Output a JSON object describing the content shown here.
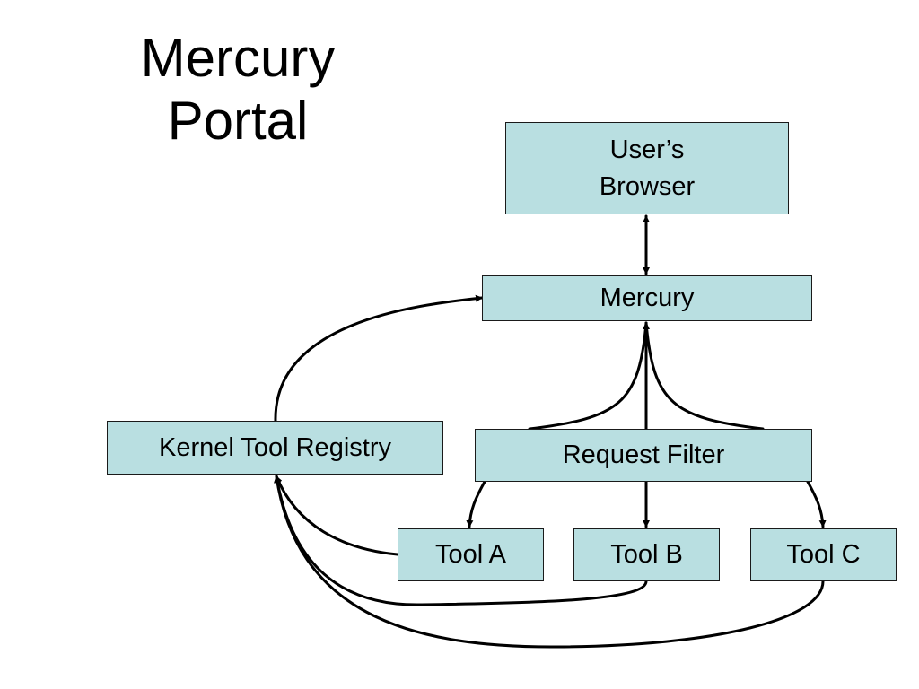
{
  "title": {
    "line1": "Mercury",
    "line2": "Portal"
  },
  "colors": {
    "box_fill": "#b9dfe1",
    "line": "#000000"
  },
  "nodes": {
    "browser": {
      "line1": "User’s",
      "line2": "Browser"
    },
    "mercury": {
      "label": "Mercury"
    },
    "registry": {
      "label": "Kernel Tool Registry"
    },
    "filter": {
      "label": "Request Filter"
    },
    "tool_a": {
      "label": "Tool A"
    },
    "tool_b": {
      "label": "Tool B"
    },
    "tool_c": {
      "label": "Tool C"
    }
  },
  "edges": [
    {
      "from": "browser",
      "to": "mercury",
      "arrow": "both"
    },
    {
      "from": "registry",
      "to": "mercury",
      "arrow": "end"
    },
    {
      "from": "filter",
      "to": "mercury",
      "arrow": "end"
    },
    {
      "from": "filter",
      "to": "tool_a",
      "arrow": "end"
    },
    {
      "from": "filter",
      "to": "tool_b",
      "arrow": "end"
    },
    {
      "from": "filter",
      "to": "tool_c",
      "arrow": "end"
    },
    {
      "from": "tool_a",
      "to": "registry",
      "arrow": "end"
    },
    {
      "from": "tool_b",
      "to": "registry",
      "arrow": "end"
    },
    {
      "from": "tool_c",
      "to": "registry",
      "arrow": "end"
    }
  ]
}
